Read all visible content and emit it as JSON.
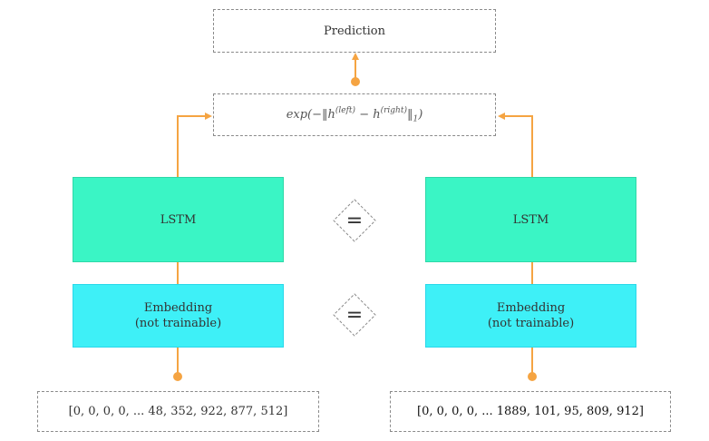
{
  "colors": {
    "accent": "#f5a442",
    "lstm_fill": "#3af5c5",
    "embedding_fill": "#3ef0f7",
    "dashed_border": "#8a8a8a"
  },
  "prediction": {
    "label": "Prediction"
  },
  "distance": {
    "prefix": "exp(−‖h",
    "left_sup": "(left)",
    "middle": " − h",
    "right_sup": "(right)",
    "suffix": "‖",
    "sub": "1",
    "close": ")"
  },
  "left_branch": {
    "lstm_label": "LSTM",
    "embedding_line1": "Embedding",
    "embedding_line2": "(not trainable)",
    "input": "[0, 0, 0, 0, ... 48, 352, 922, 877, 512]"
  },
  "right_branch": {
    "lstm_label": "LSTM",
    "embedding_line1": "Embedding",
    "embedding_line2": "(not trainable)",
    "input": "[0, 0, 0, 0, ... 1889, 101, 95, 809, 912]"
  },
  "shared_symbol": "=",
  "icons": [
    "equals-diamond-icon",
    "arrowhead-icon",
    "dot-icon"
  ]
}
